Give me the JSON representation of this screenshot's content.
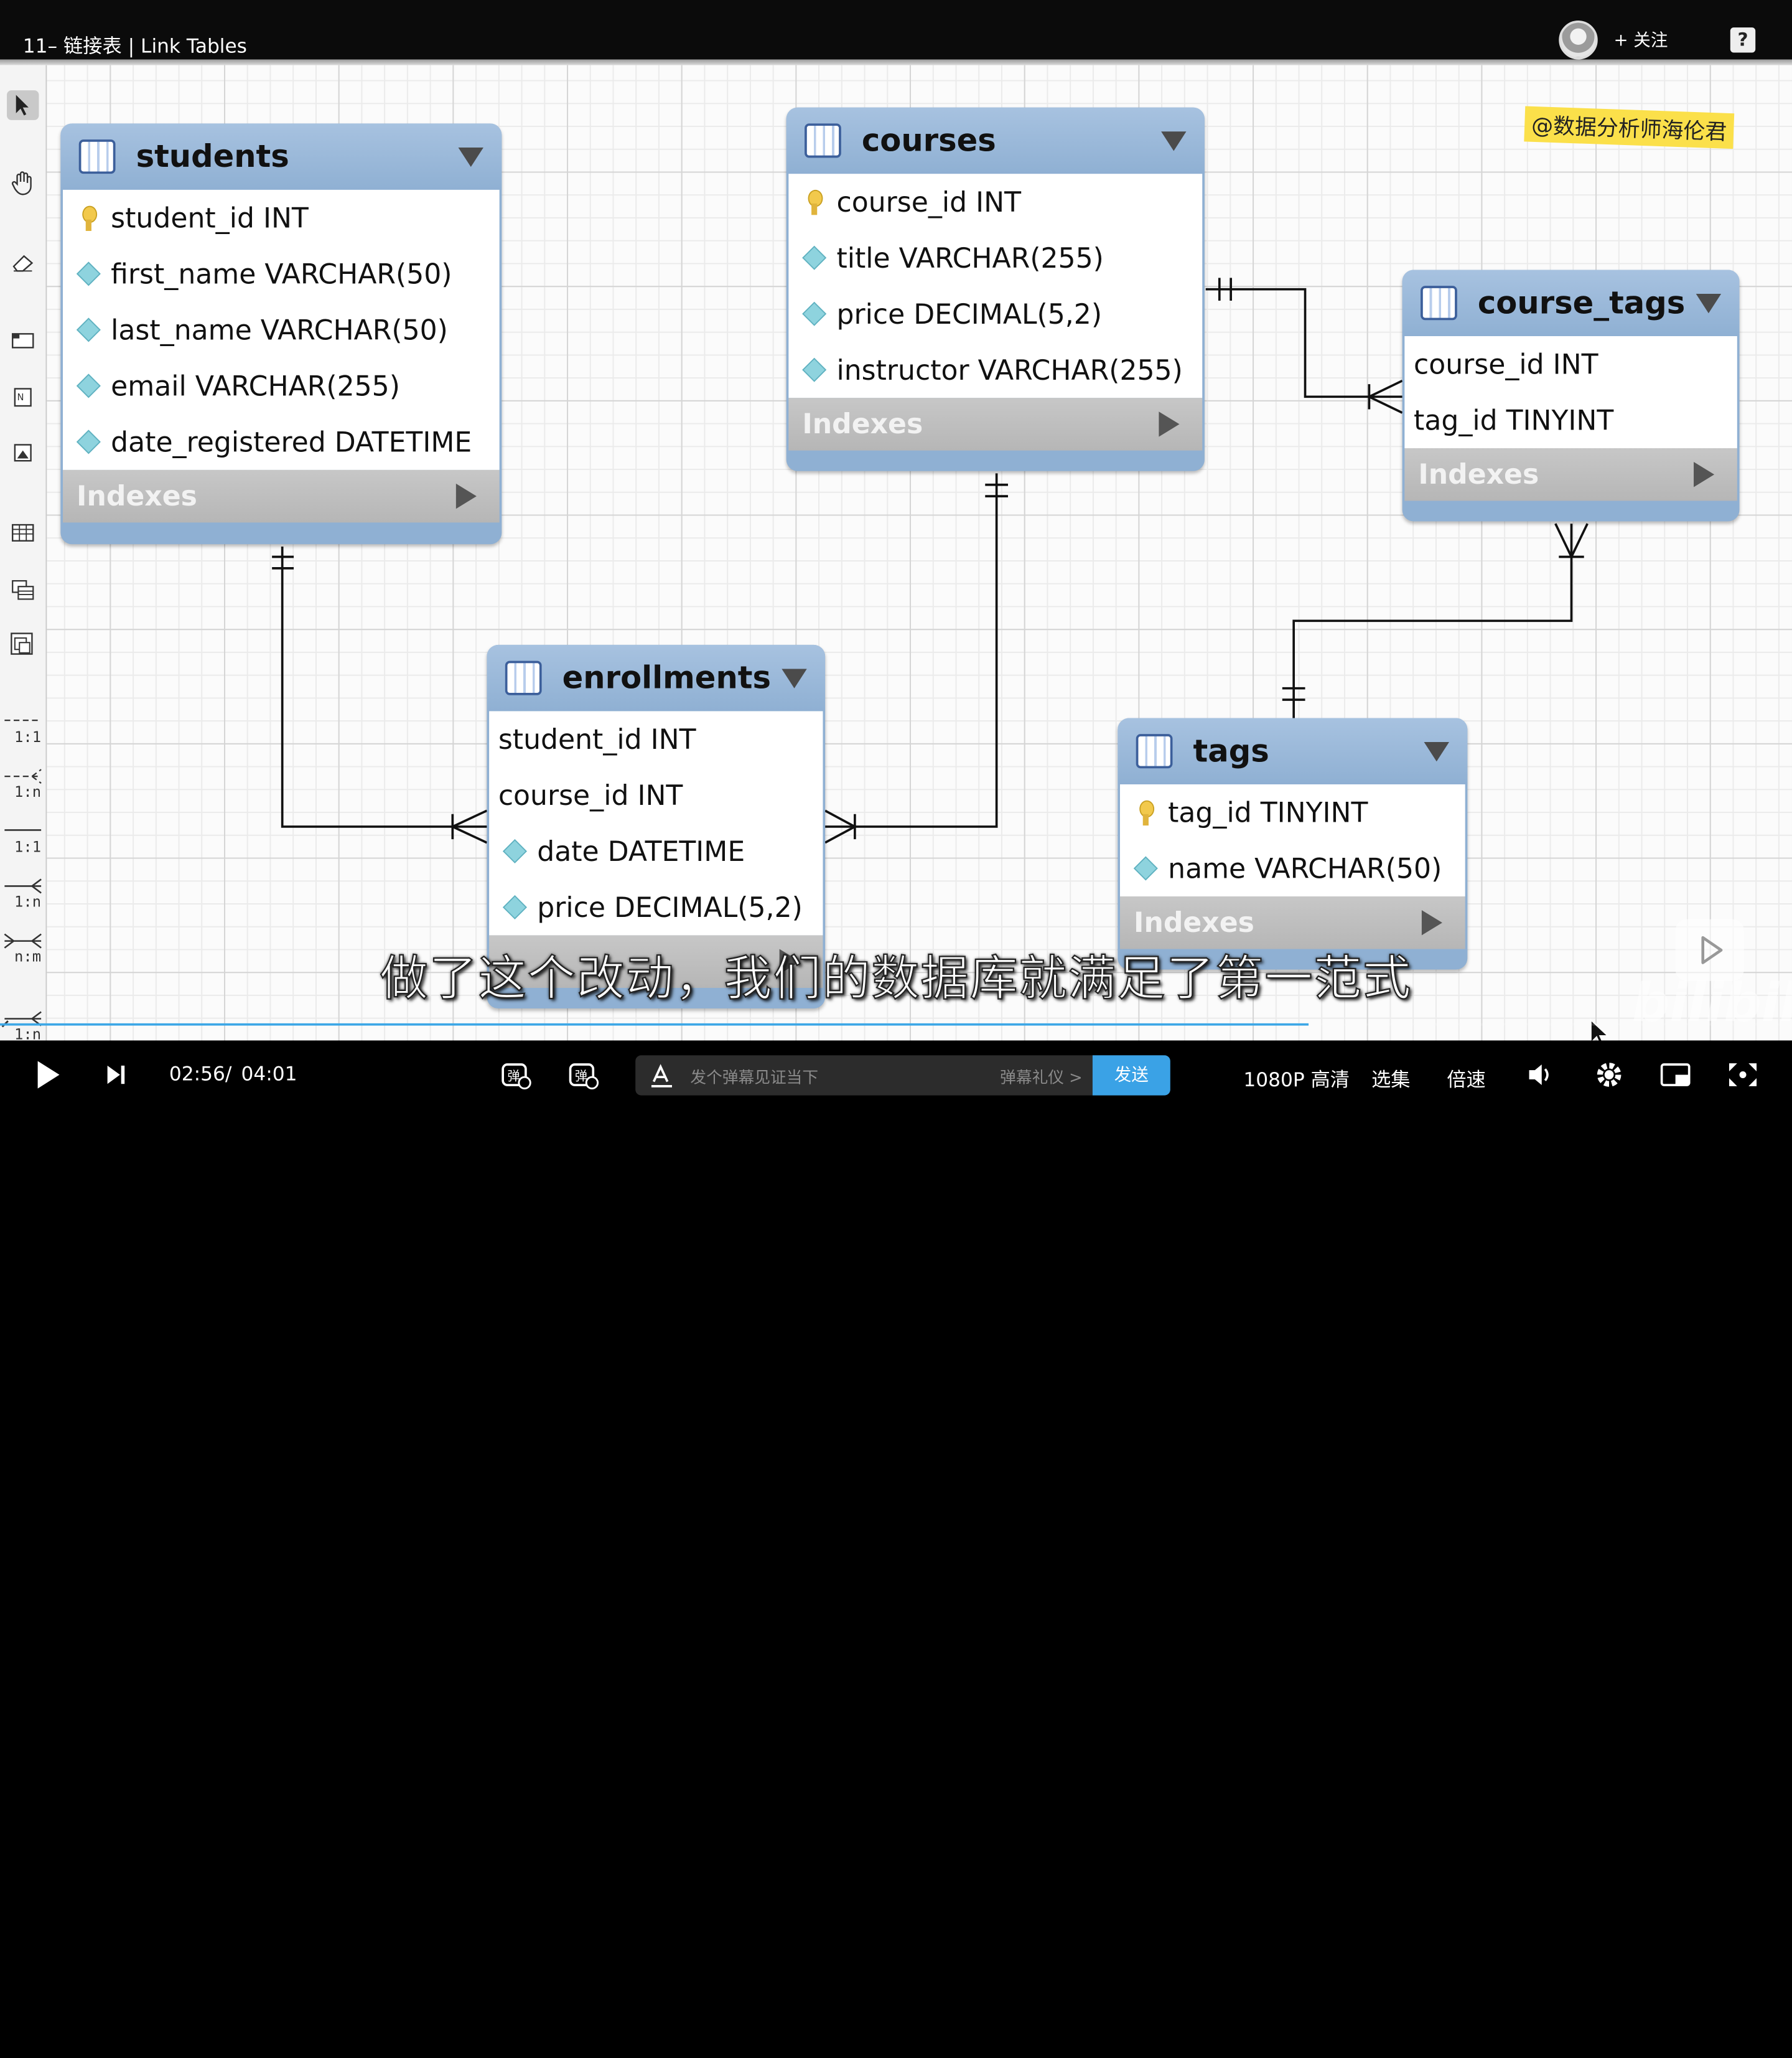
{
  "video": {
    "title": "11– 链接表 | Link Tables",
    "follow_label": "+ 关注",
    "help_label": "?"
  },
  "toolbar": {
    "relations": [
      {
        "label": "1:1"
      },
      {
        "label": "1:n"
      },
      {
        "label": "1:1"
      },
      {
        "label": "1:n"
      },
      {
        "label": "n:m"
      },
      {
        "label": "1:n"
      }
    ]
  },
  "tables": {
    "students": {
      "name": "students",
      "columns": [
        "student_id INT",
        "first_name VARCHAR(50)",
        "last_name VARCHAR(50)",
        "email VARCHAR(255)",
        "date_registered DATETIME"
      ],
      "indexes_label": "Indexes"
    },
    "courses": {
      "name": "courses",
      "columns": [
        "course_id INT",
        "title VARCHAR(255)",
        "price DECIMAL(5,2)",
        "instructor VARCHAR(255)"
      ],
      "indexes_label": "Indexes"
    },
    "course_tags": {
      "name": "course_tags",
      "columns": [
        "course_id INT",
        "tag_id TINYINT"
      ],
      "indexes_label": "Indexes"
    },
    "enrollments": {
      "name": "enrollments",
      "columns": [
        "student_id INT",
        "course_id INT",
        "date DATETIME",
        "price DECIMAL(5,2)"
      ]
    },
    "tags": {
      "name": "tags",
      "columns": [
        "tag_id TINYINT",
        "name VARCHAR(50)"
      ],
      "indexes_label": "Indexes"
    }
  },
  "watermark": "@数据分析师海伦君",
  "subtitle": "做了这个改动，我们的数据库就满足了第一范式",
  "player": {
    "current_time": "02:56",
    "separator": "/",
    "duration": "04:01",
    "progress": 0.73,
    "danmaku_placeholder": "发个弹幕见证当下",
    "danmaku_etiquette": "弹幕礼仪 >",
    "send_label": "发送",
    "quality_label": "1080P 高清",
    "episodes_label": "选集",
    "speed_label": "倍速",
    "bili_logo": "bilibili"
  }
}
